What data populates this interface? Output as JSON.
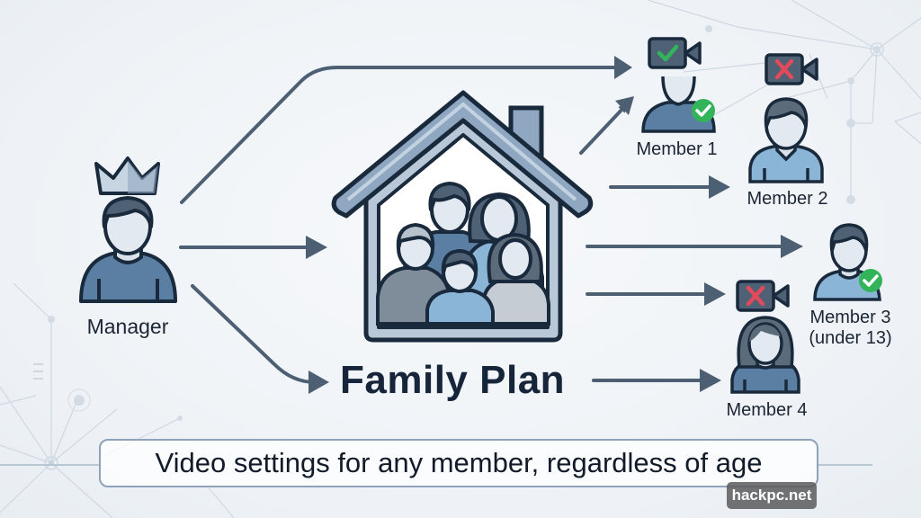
{
  "diagram": {
    "title": "Family Plan",
    "caption": "Video settings for any member, regardless of age",
    "watermark": "hackpc.net",
    "manager": {
      "label": "Manager",
      "icon": "crown-icon"
    },
    "center_icon": "house-family-icon",
    "members": [
      {
        "label": "Member 1",
        "sublabel": "",
        "video": "allowed",
        "badge": "check"
      },
      {
        "label": "Member 2",
        "sublabel": "",
        "video": "blocked",
        "badge": ""
      },
      {
        "label": "Member 3",
        "sublabel": "(under 13)",
        "video": "",
        "badge": "check"
      },
      {
        "label": "Member 4",
        "sublabel": "",
        "video": "blocked",
        "badge": ""
      }
    ]
  },
  "colors": {
    "outline": "#1a2a3d",
    "arrow": "#4d5f73",
    "body_blue": "#5b7fa3",
    "body_light_blue": "#8bb5d6",
    "check_green": "#34b45a",
    "cross_red": "#e04a5a",
    "camera": "#4f6275"
  }
}
